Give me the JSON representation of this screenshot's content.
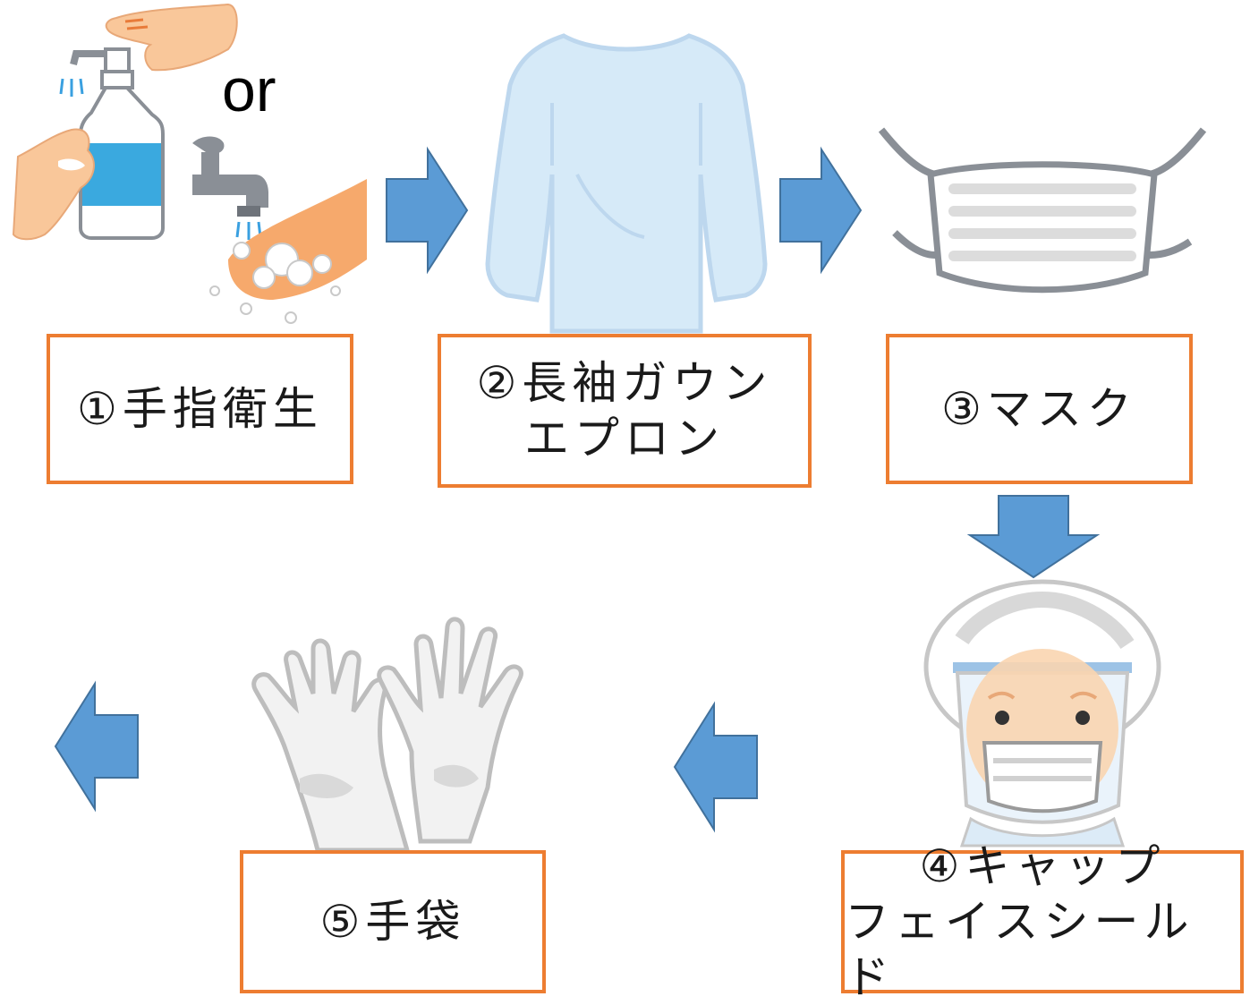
{
  "or_text": "or",
  "steps": [
    {
      "line1": "①手指衛生",
      "line2": ""
    },
    {
      "line1": "②長袖ガウン",
      "line2": "エプロン"
    },
    {
      "line1": "③マスク",
      "line2": ""
    },
    {
      "line1": "④キャップ",
      "line2": "フェイスシールド"
    },
    {
      "line1": "⑤手袋",
      "line2": ""
    }
  ],
  "icons": [
    "hand-sanitizer-icon",
    "hand-washing-icon",
    "gown-icon",
    "mask-icon",
    "cap-face-shield-icon",
    "gloves-icon"
  ],
  "colors": {
    "arrow": "#5B9BD5",
    "arrow_border": "#41719C",
    "box_border": "#ED7D31"
  }
}
